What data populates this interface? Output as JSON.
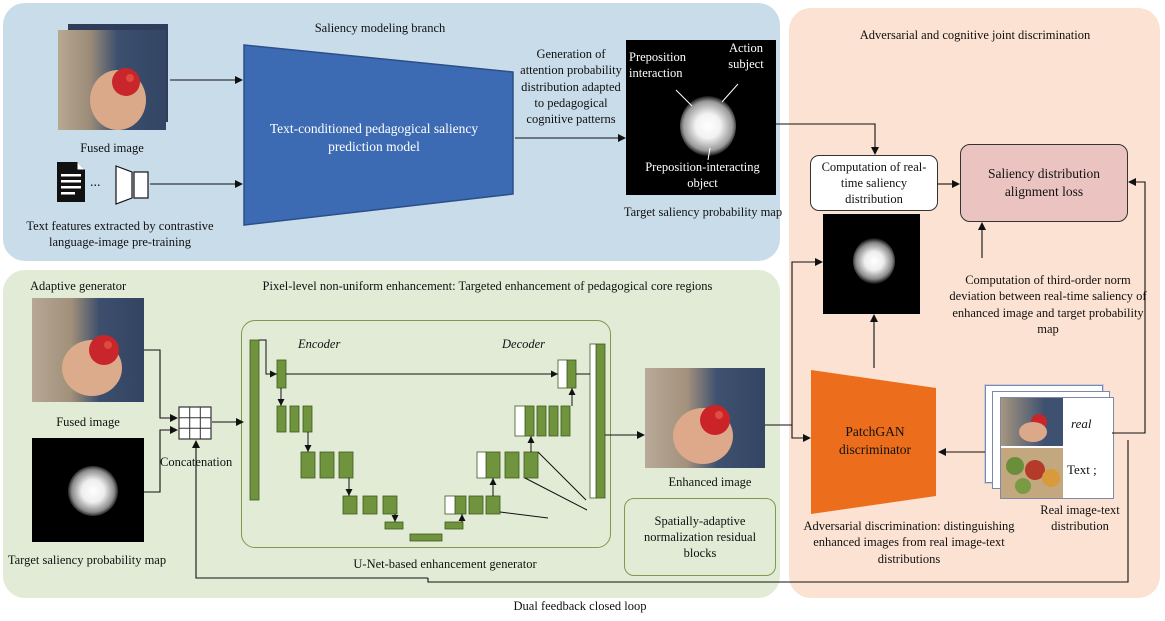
{
  "colors": {
    "saliency_bg": "#c9dcea",
    "enhance_bg": "#e2ebd6",
    "discrim_bg": "#fbe2d2",
    "trapezoid": "#3d6bb3",
    "unet_block": "#70943d",
    "patchgan": "#ec6d1b",
    "loss_box": "#ebc4c1"
  },
  "saliency_branch": {
    "title": "Saliency modeling branch",
    "fused_image_label": "Fused image",
    "text_features_label": "Text features extracted by contrastive language-image pre-training",
    "model_label": "Text-conditioned pedagogical saliency prediction model",
    "generation_label": "Generation of attention probability distribution adapted to pedagogical cognitive patterns",
    "target_map_label": "Target saliency probability map",
    "map_annotations": {
      "preposition_interaction": "Preposition interaction",
      "action_subject": "Action subject",
      "preposition_object": "Preposition-interacting object"
    }
  },
  "enhancement": {
    "title": "Pixel-level non-uniform enhancement: Targeted enhancement of pedagogical core regions",
    "adaptive_generator": "Adaptive generator",
    "fused_image_label": "Fused image",
    "target_map_label": "Target saliency probability map",
    "concatenation_label": "Concatenation",
    "encoder_label": "Encoder",
    "decoder_label": "Decoder",
    "unet_label": "U-Net-based enhancement generator",
    "enhanced_image_label": "Enhanced image",
    "spade_label": "Spatially-adaptive normalization residual blocks"
  },
  "discrimination": {
    "title": "Adversarial and cognitive joint discrimination",
    "realtime_label": "Computation of real-time saliency distribution",
    "alignment_loss_label": "Saliency distribution alignment loss",
    "third_order_label": "Computation of third-order norm deviation between real-time saliency of enhanced image and target probability map",
    "patchgan_label": "PatchGAN discriminator",
    "adversarial_label": "Adversarial discrimination: distinguishing enhanced images from real image-text distributions",
    "real_distribution_label": "Real image-text distribution",
    "card_real": "real",
    "card_text": "Text ;"
  },
  "footer": {
    "loop_label": "Dual feedback closed loop"
  },
  "icons": [
    "document-icon",
    "ellipsis",
    "text-encoder-icon",
    "grid-icon"
  ]
}
